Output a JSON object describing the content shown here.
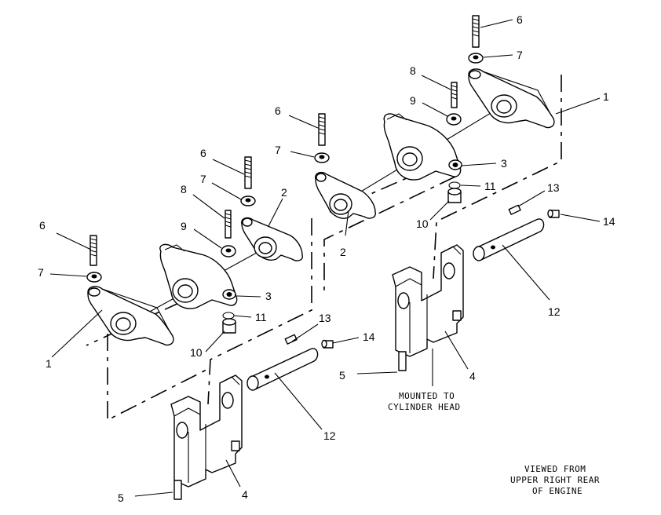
{
  "callouts": {
    "c1": "1",
    "c2": "2",
    "c3": "3",
    "c4": "4",
    "c5": "5",
    "c6": "6",
    "c7": "7",
    "c8": "8",
    "c9": "9",
    "c10": "10",
    "c11": "11",
    "c12": "12",
    "c13": "13",
    "c14": "14"
  },
  "notes": {
    "mounted_line1": "MOUNTED TO",
    "mounted_line2": "CYLINDER HEAD",
    "viewed_line1": "VIEWED FROM",
    "viewed_line2": "UPPER RIGHT REAR",
    "viewed_line3": "OF ENGINE"
  }
}
